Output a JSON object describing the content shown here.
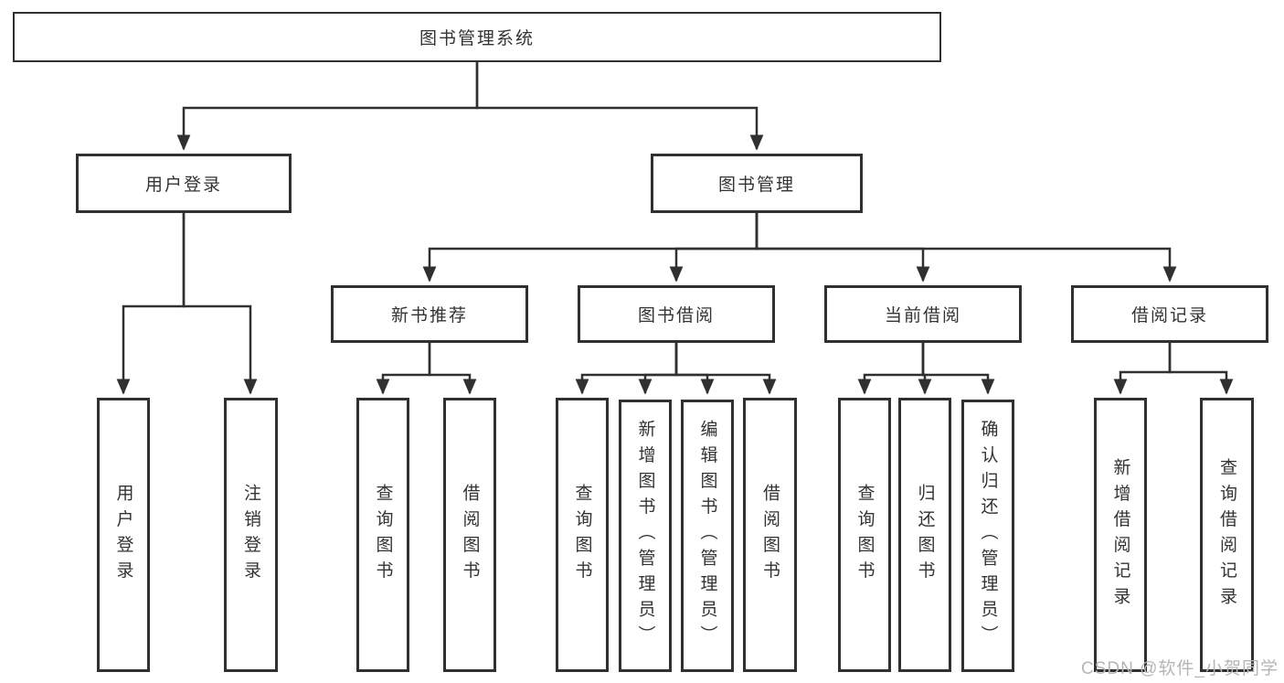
{
  "diagram": {
    "title": "图书管理系统",
    "type": "function-structure-tree",
    "colors": {
      "line": "#303030",
      "box_border": "#303030",
      "box_background": "#ffffff",
      "text": "#333333",
      "watermark": "#b5b5b5"
    },
    "watermark": "CSDN @软件_小贺同学"
  },
  "nodes": {
    "root": {
      "label": "图书管理系统"
    },
    "user_login": {
      "label": "用户登录"
    },
    "book_mgmt": {
      "label": "图书管理"
    },
    "new_book_rec": {
      "label": "新书推荐"
    },
    "book_borrow": {
      "label": "图书借阅"
    },
    "current_borrow": {
      "label": "当前借阅"
    },
    "borrow_record": {
      "label": "借阅记录"
    },
    "leaf_user_login": {
      "label": "用户登录"
    },
    "leaf_logout": {
      "label": "注销登录"
    },
    "leaf_nb_query_book": {
      "label": "查询图书"
    },
    "leaf_nb_borrow_book": {
      "label": "借阅图书"
    },
    "leaf_bb_query_book": {
      "label": "查询图书"
    },
    "leaf_bb_add_book": {
      "label": "新增图书（管理员）"
    },
    "leaf_bb_edit_book": {
      "label": "编辑图书（管理员）"
    },
    "leaf_bb_borrow_book": {
      "label": "借阅图书"
    },
    "leaf_cb_query_book": {
      "label": "查询图书"
    },
    "leaf_cb_return_book": {
      "label": "归还图书"
    },
    "leaf_cb_confirm_return": {
      "label": "确认归还（管理员）"
    },
    "leaf_br_add_record": {
      "label": "新增借阅记录"
    },
    "leaf_br_query_record": {
      "label": "查询借阅记录"
    }
  },
  "edges": [
    [
      "root",
      "user_login"
    ],
    [
      "root",
      "book_mgmt"
    ],
    [
      "user_login",
      "leaf_user_login"
    ],
    [
      "user_login",
      "leaf_logout"
    ],
    [
      "book_mgmt",
      "new_book_rec"
    ],
    [
      "book_mgmt",
      "book_borrow"
    ],
    [
      "book_mgmt",
      "current_borrow"
    ],
    [
      "book_mgmt",
      "borrow_record"
    ],
    [
      "new_book_rec",
      "leaf_nb_query_book"
    ],
    [
      "new_book_rec",
      "leaf_nb_borrow_book"
    ],
    [
      "book_borrow",
      "leaf_bb_query_book"
    ],
    [
      "book_borrow",
      "leaf_bb_add_book"
    ],
    [
      "book_borrow",
      "leaf_bb_edit_book"
    ],
    [
      "book_borrow",
      "leaf_bb_borrow_book"
    ],
    [
      "current_borrow",
      "leaf_cb_query_book"
    ],
    [
      "current_borrow",
      "leaf_cb_return_book"
    ],
    [
      "current_borrow",
      "leaf_cb_confirm_return"
    ],
    [
      "borrow_record",
      "leaf_br_add_record"
    ],
    [
      "borrow_record",
      "leaf_br_query_record"
    ]
  ]
}
